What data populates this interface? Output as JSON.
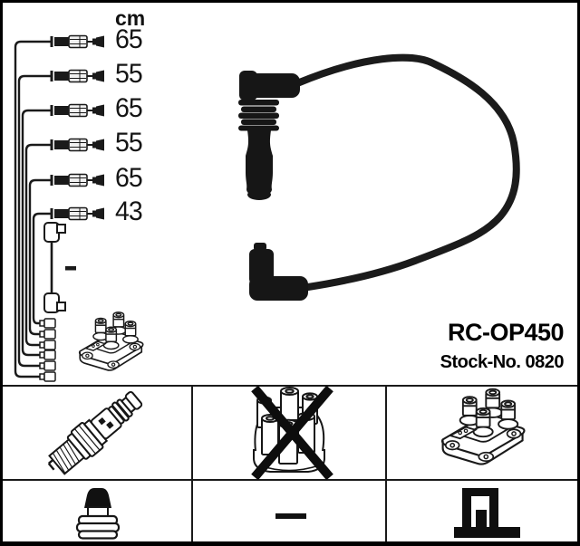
{
  "length_table": {
    "unit": "cm",
    "values": [
      "65",
      "55",
      "65",
      "55",
      "65",
      "43"
    ],
    "extra_cable_mark": "-"
  },
  "product": {
    "model": "RC-OP450",
    "stock": "Stock-No. 0820"
  },
  "legend_grid": {
    "cells": [
      {
        "name": "spark-plug",
        "crossed": false
      },
      {
        "name": "distributor-cap",
        "crossed": true
      },
      {
        "name": "ignition-coil-pack",
        "crossed": false
      },
      {
        "name": "plug-terminal",
        "crossed": false
      },
      {
        "name": "dash",
        "mark": "-"
      },
      {
        "name": "terminal-bracket",
        "crossed": false
      }
    ]
  },
  "colors": {
    "frame": "#000000",
    "line": "#1a1a1a",
    "photo_black": "#161616",
    "background": "#ffffff"
  }
}
